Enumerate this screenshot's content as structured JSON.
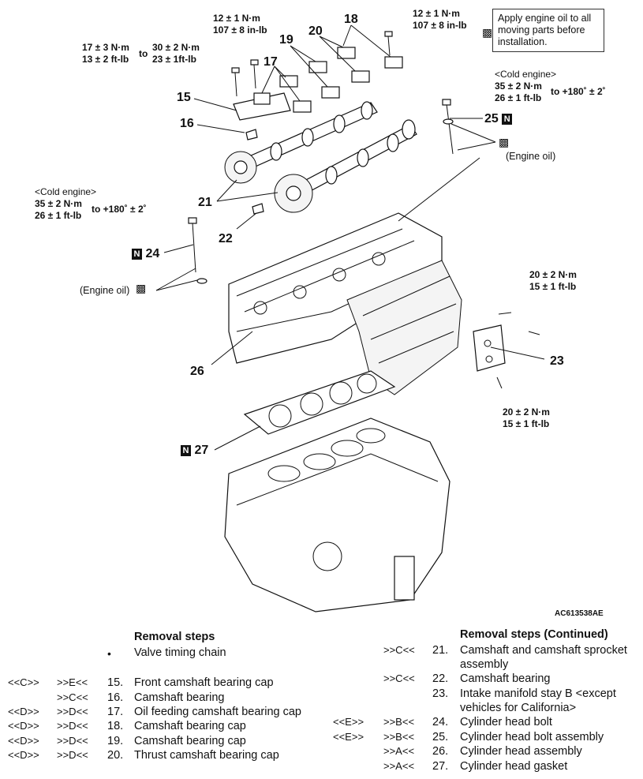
{
  "figure": {
    "id": "AC613538AE",
    "note": "Apply engine oil to all moving parts before installation.",
    "t_12nm_a": "12 ± 1 N·m",
    "t_107inlb_a": "107 ± 8 in-lb",
    "t_12nm_b": "12 ± 1 N·m",
    "t_107inlb_b": "107 ± 8 in-lb",
    "t_17nm": "17 ± 3 N·m",
    "t_13ftlb": "13 ± 2 ft-lb",
    "to": "to",
    "t_30nm": "30 ± 2 N·m",
    "t_23ftlb": "23 ± 1ft-lb",
    "cold_a": "<Cold engine>",
    "t_35nm_a": "35 ± 2 N·m",
    "t_26ftlb_a": "26 ± 1 ft-lb",
    "plus180_a": "to +180˚ ± 2˚",
    "cold_b": "<Cold engine>",
    "t_35nm_b": "35 ± 2 N·m",
    "t_26ftlb_b": "26 ± 1 ft-lb",
    "plus180_b": "to +180˚ ± 2˚",
    "engine_oil_a": "(Engine oil)",
    "engine_oil_b": "(Engine oil)",
    "t_20nm_a": "20 ± 2 N·m",
    "t_15ftlb_a": "15 ± 1 ft-lb",
    "t_20nm_b": "20 ± 2 N·m",
    "t_15ftlb_b": "15 ± 1 ft-lb",
    "n_mark": "N",
    "callouts": {
      "c15": "15",
      "c16": "16",
      "c17": "17",
      "c18": "18",
      "c19": "19",
      "c20": "20",
      "c21": "21",
      "c22": "22",
      "c23": "23",
      "c24": "24",
      "c25": "25",
      "c26": "26",
      "c27": "27"
    }
  },
  "steps_left": {
    "title": "Removal steps",
    "bullet": "•",
    "rows": [
      {
        "c1": "",
        "c2": "",
        "num": "",
        "text": "Valve timing chain"
      },
      {
        "c1": "<<C>>",
        "c2": ">>E<<",
        "num": "15.",
        "text": "Front camshaft bearing cap"
      },
      {
        "c1": "",
        "c2": ">>C<<",
        "num": "16.",
        "text": "Camshaft bearing"
      },
      {
        "c1": "<<D>>",
        "c2": ">>D<<",
        "num": "17.",
        "text": "Oil feeding camshaft bearing cap"
      },
      {
        "c1": "<<D>>",
        "c2": ">>D<<",
        "num": "18.",
        "text": "Camshaft bearing cap"
      },
      {
        "c1": "<<D>>",
        "c2": ">>D<<",
        "num": "19.",
        "text": "Camshaft bearing cap"
      },
      {
        "c1": "<<D>>",
        "c2": ">>D<<",
        "num": "20.",
        "text": "Thrust camshaft bearing cap"
      }
    ]
  },
  "steps_right": {
    "title": "Removal steps (Continued)",
    "rows": [
      {
        "c1": "",
        "c2": ">>C<<",
        "num": "21.",
        "text": "Camshaft and camshaft sprocket",
        "text2": "assembly"
      },
      {
        "c1": "",
        "c2": ">>C<<",
        "num": "22.",
        "text": "Camshaft bearing",
        "text2": ""
      },
      {
        "c1": "",
        "c2": "",
        "num": "23.",
        "text": "Intake manifold stay B <except",
        "text2": "vehicles for California>"
      },
      {
        "c1": "<<E>>",
        "c2": ">>B<<",
        "num": "24.",
        "text": "Cylinder head bolt",
        "text2": ""
      },
      {
        "c1": "<<E>>",
        "c2": ">>B<<",
        "num": "25.",
        "text": "Cylinder head bolt assembly",
        "text2": ""
      },
      {
        "c1": "",
        "c2": ">>A<<",
        "num": "26.",
        "text": "Cylinder head assembly",
        "text2": ""
      },
      {
        "c1": "",
        "c2": ">>A<<",
        "num": "27.",
        "text": "Cylinder head gasket",
        "text2": ""
      }
    ]
  }
}
